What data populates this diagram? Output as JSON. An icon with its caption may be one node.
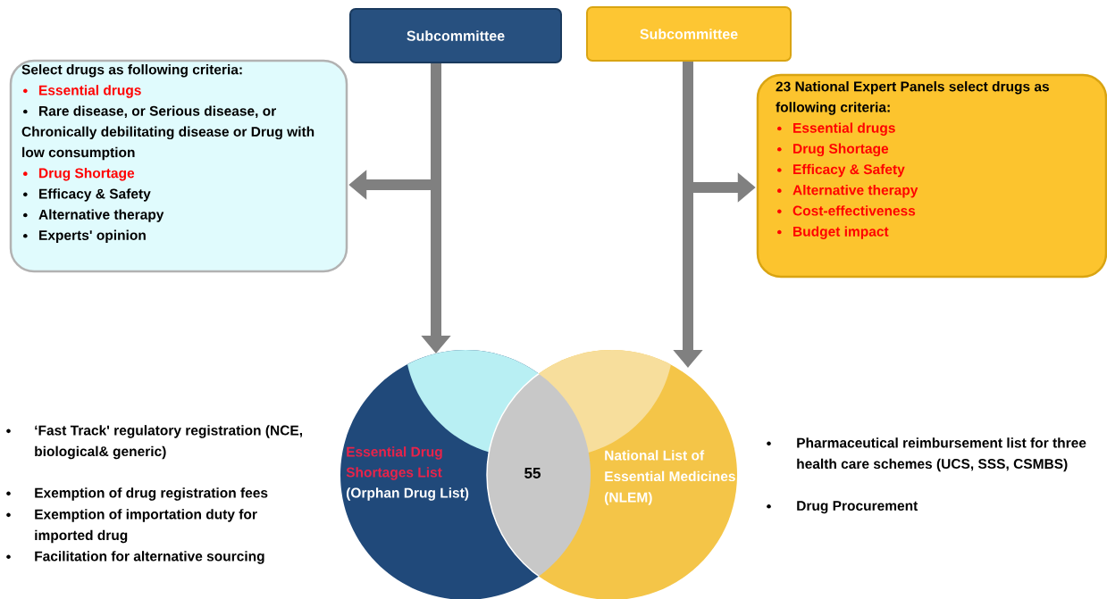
{
  "diagram": {
    "nodes": [
      {
        "text": [
          "Subcommittee"
        ]
      },
      {
        "text": [
          "Subcommittee"
        ]
      },
      {
        "text": [
          "Select drugs as following criteria:",
          "Essential drugs",
          "Rare disease, or Serious disease, or Chronically debilitating disease or Drug with low consumption",
          "Drug Shortage",
          "Efficacy & Safety",
          "Alternative therapy",
          "Experts' opinion"
        ]
      },
      {
        "text": [
          "23 National Expert Panels select drugs as following criteria:",
          "Essential drugs",
          "Drug Shortage",
          "Efficacy & Safety",
          "Alternative therapy",
          "Cost-effectiveness",
          "Budget impact"
        ]
      },
      {
        "text": [
          "Essential Drug Shortages List",
          "(Orphan Drug List)"
        ]
      },
      {
        "text": [
          "National List of Essential Medicines (NLEM)"
        ]
      },
      {
        "text": [
          "55"
        ]
      }
    ],
    "edges": [
      {
        "from": 0,
        "to": 4,
        "arrow": "to"
      },
      {
        "from": 0,
        "to": 2,
        "arrow": "to"
      },
      {
        "from": 1,
        "to": 5,
        "arrow": "to"
      },
      {
        "from": 1,
        "to": 3,
        "arrow": "to"
      }
    ],
    "labels": [
      "‘Fast Track' regulatory registration (NCE, biological& generic)",
      "Exemption of drug registration fees",
      "Exemption of importation duty for imported drug",
      "Facilitation for alternative sourcing",
      "Pharmaceutical reimbursement list for three health care schemes (UCS, SSS, CSMBS)",
      "Drug Procurement"
    ]
  }
}
